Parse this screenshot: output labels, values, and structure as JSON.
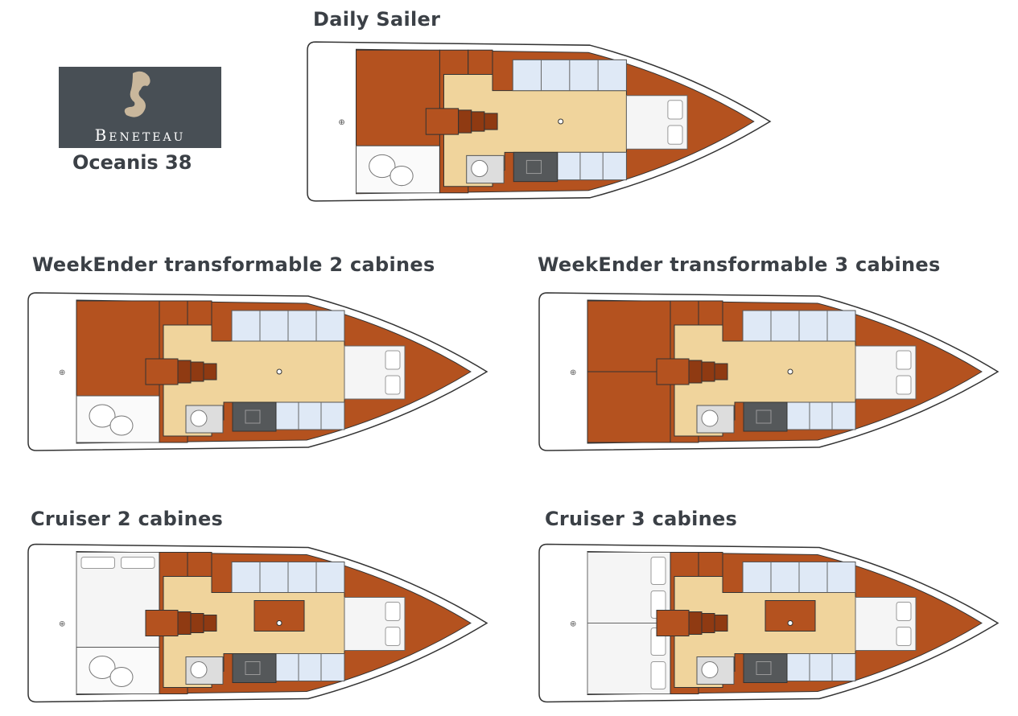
{
  "brand": {
    "name": "Beneteau",
    "model": "Oceanis 38"
  },
  "layouts": [
    {
      "id": "daily-sailer",
      "title": "Daily Sailer",
      "aft": "cabin-head",
      "table": false
    },
    {
      "id": "weekender-2",
      "title": "WeekEnder transformable 2 cabines",
      "aft": "cabin-head",
      "table": false
    },
    {
      "id": "weekender-3",
      "title": "WeekEnder transformable 3 cabines",
      "aft": "two-cabins",
      "table": false
    },
    {
      "id": "cruiser-2",
      "title": "Cruiser 2 cabines",
      "aft": "bed-head",
      "table": true
    },
    {
      "id": "cruiser-3",
      "title": "Cruiser 3 cabines",
      "aft": "two-beds",
      "table": true
    }
  ],
  "colors": {
    "wood": "#b4521f",
    "wood_dark": "#8f3a12",
    "floor": "#f0d49c",
    "settee": "#dfe9f6",
    "galley": "#55585a",
    "logo_bg": "#484f55",
    "logo_horse": "#c9b79c"
  }
}
